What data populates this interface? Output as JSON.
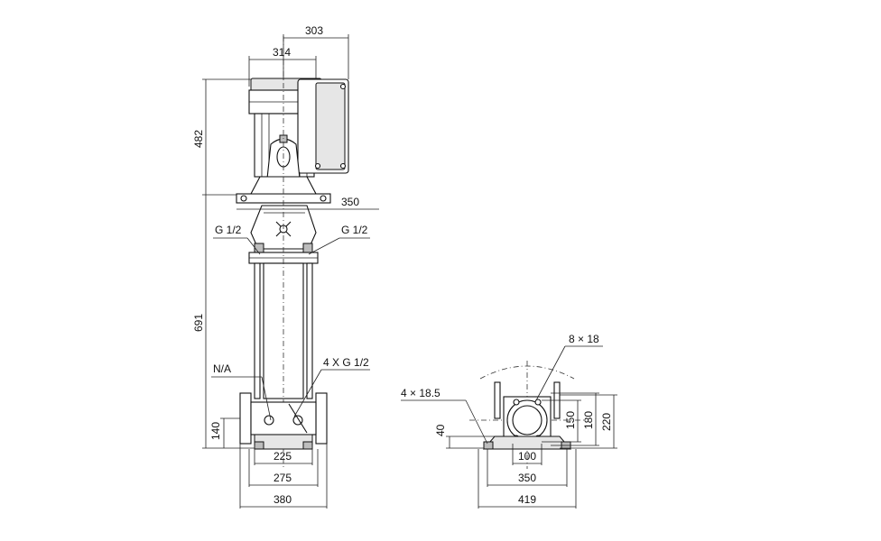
{
  "front_view": {
    "dim_top_right": "303",
    "dim_top_motor": "314",
    "dim_motor_height": "482",
    "dim_flange_width": "350",
    "port_left": "G 1/2",
    "port_right": "G 1/2",
    "dim_total_height": "691",
    "label_na": "N/A",
    "ports_bottom": "4 X G 1/2",
    "dim_inlet_height": "140",
    "dim_base_225": "225",
    "dim_base_275": "275",
    "dim_base_380": "380"
  },
  "side_view": {
    "holes_top": "8 × 18",
    "holes_base": "4 × 18.5",
    "dim_40": "40",
    "dim_150": "150",
    "dim_180": "180",
    "dim_220": "220",
    "dim_100": "100",
    "dim_350": "350",
    "dim_419": "419"
  }
}
